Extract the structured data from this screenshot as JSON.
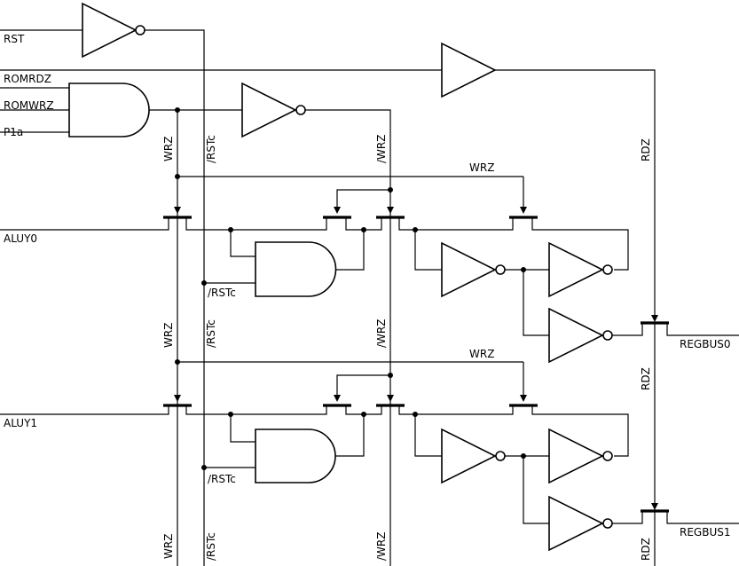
{
  "labels": {
    "rst": "RST",
    "romrdz": "ROMRDZ",
    "romwrz": "ROMWRZ",
    "p1a": "P1a",
    "aluy0": "ALUY0",
    "aluy1": "ALUY1",
    "regbus0": "REGBUS0",
    "regbus1": "REGBUS1",
    "wrz": "WRZ",
    "nwrz": "/WRZ",
    "nrstc": "/RSTc",
    "rdz": "RDZ"
  }
}
